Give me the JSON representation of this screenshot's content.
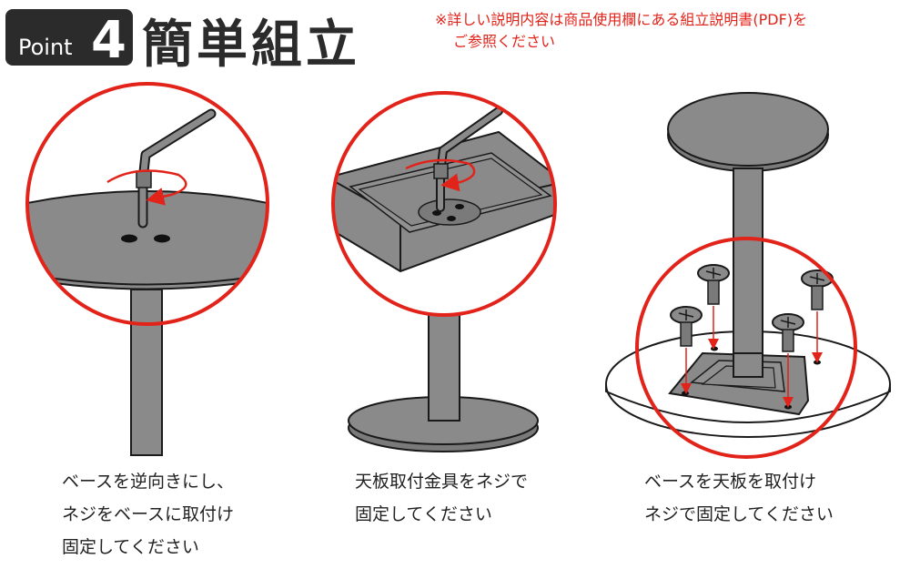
{
  "header": {
    "badge_word": "Point",
    "badge_number": "4",
    "title": "簡単組立",
    "note_line1": "※詳しい説明内容は商品使用欄にある組立説明書(PDF)を",
    "note_line2": "ご参照ください"
  },
  "steps": [
    {
      "lines": [
        "ベースを逆向きにし、",
        "ネジをベースに取付け",
        "固定してください"
      ]
    },
    {
      "lines": [
        "天板取付金具をネジで",
        "固定してください"
      ]
    },
    {
      "lines": [
        "ベースを天板を取付け",
        "ネジで固定してください"
      ]
    }
  ],
  "colors": {
    "accent_red": "#e2231a",
    "part_gray": "#8a8a8a",
    "outline": "#1a1a1a",
    "badge_bg": "#2b2b2b"
  }
}
